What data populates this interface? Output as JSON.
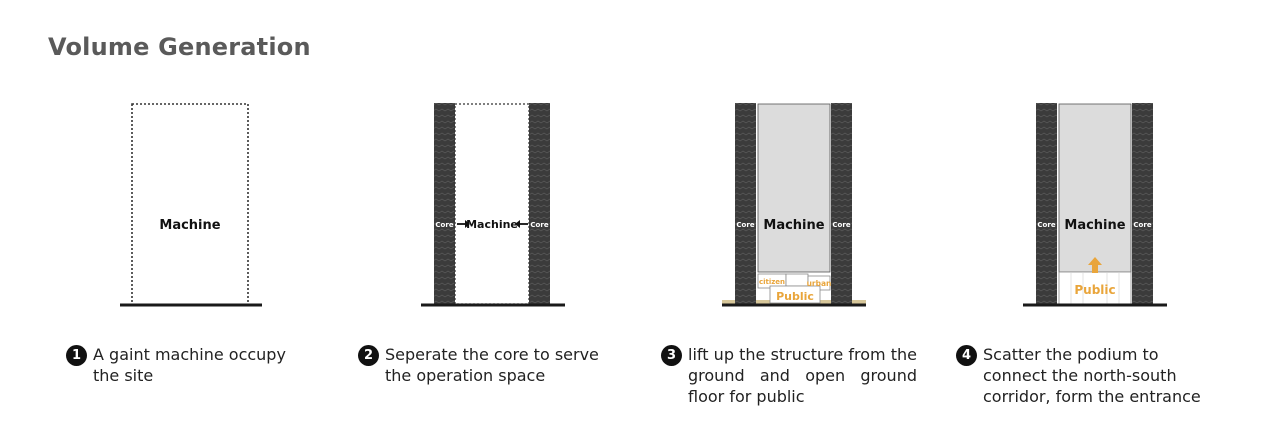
{
  "title": "Volume Generation",
  "colors": {
    "core": "#3b3b3b",
    "machine_fill": "#dcdcdc",
    "public": "#e9a53b",
    "ground": "#1a1a1a",
    "ground_tint": "#d7c79a"
  },
  "steps": [
    {
      "number": "1",
      "machine_label": "Machine",
      "caption": "A gaint machine occupy the site"
    },
    {
      "number": "2",
      "machine_label": "Machine",
      "core_label": "Core",
      "caption": "Seperate the core to serve the operation space"
    },
    {
      "number": "3",
      "machine_label": "Machine",
      "core_label": "Core",
      "podium_labels": {
        "citizen": "citizen",
        "urban": "urban",
        "public": "Public"
      },
      "caption": "lift up the structure from the ground and open ground floor for public"
    },
    {
      "number": "4",
      "machine_label": "Machine",
      "core_label": "Core",
      "podium_labels": {
        "public": "Public"
      },
      "caption": "Scatter the podium to connect the north-south corridor, form the entrance"
    }
  ]
}
